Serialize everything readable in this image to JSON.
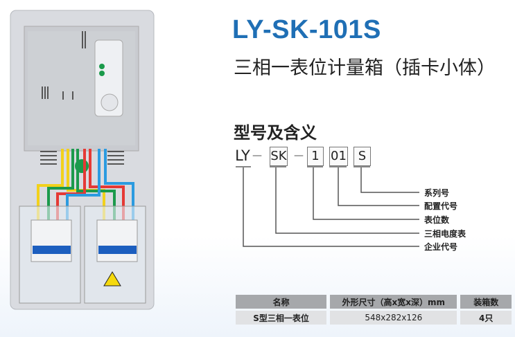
{
  "title": "LY-SK-101S",
  "subtitle": "三相一表位计量箱（插卡小体）",
  "meaning_heading": "型号及含义",
  "code": {
    "p1": "LY",
    "dash1": "—",
    "p2": "SK",
    "dash2": "—",
    "p3": "1",
    "p4": "01",
    "p5": "S"
  },
  "labels": {
    "series": "系列号",
    "config": "配置代号",
    "positions": "表位数",
    "meter": "三相电度表",
    "company": "企业代号"
  },
  "table": {
    "headers": [
      "名称",
      "外形尺寸（高x宽x深）mm",
      "装箱数"
    ],
    "rows": [
      [
        "S型三相一表位",
        "548x282x126",
        "4只"
      ]
    ]
  },
  "colors": {
    "brand": "#1f6fb5"
  }
}
